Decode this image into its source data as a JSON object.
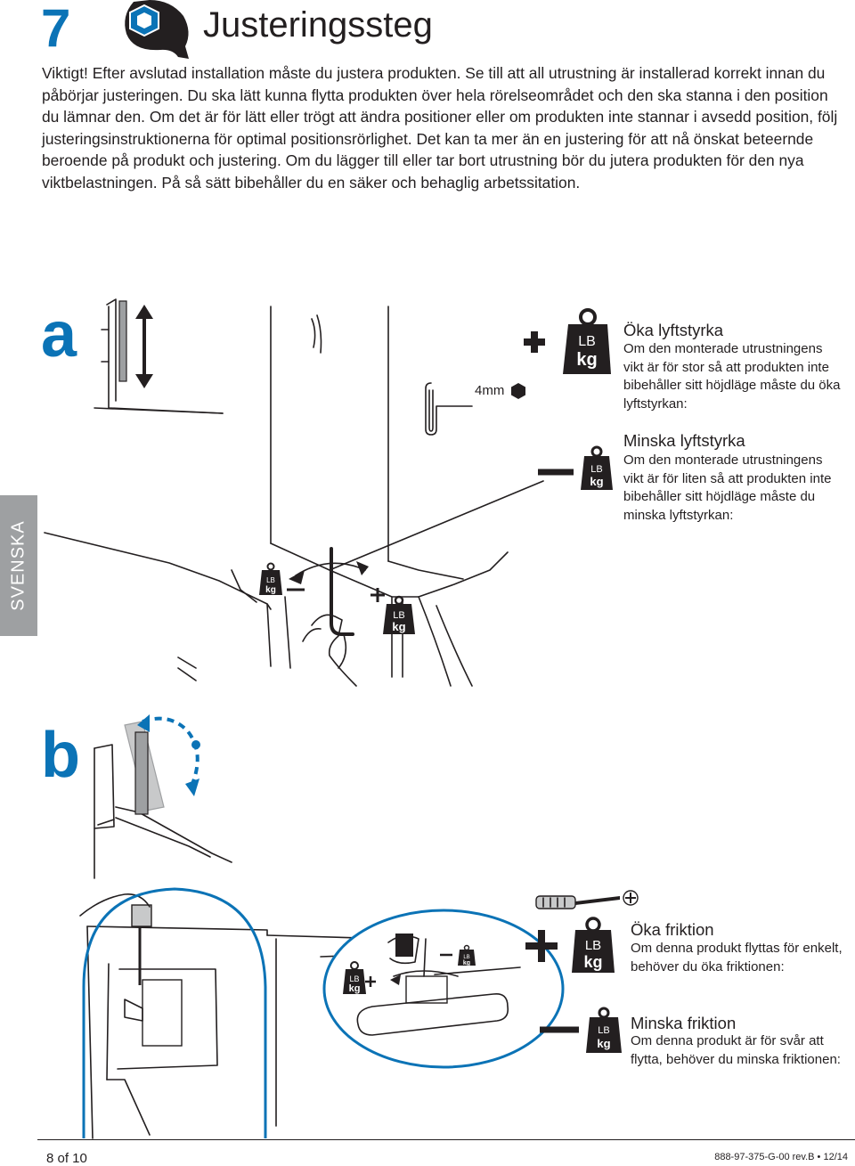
{
  "header": {
    "step_number": "7",
    "title": "Justeringssteg"
  },
  "intro_text": "Viktigt! Efter avslutad installation måste du justera produkten. Se till att all utrustning är installerad korrekt innan du påbörjar justeringen. Du ska lätt kunna flytta produkten över hela rörelseområdet och den ska stanna i den position du lämnar den. Om det är för lätt eller trögt att ändra positioner eller om produkten inte stannar i avsedd position, följ justeringsinstruktionerna för optimal positionsrörlighet. Det kan ta mer än en justering för att nå önskat beteernde beroende på produkt och justering. Om du lägger till eller tar bort utrustning bör du jutera produkten för den nya viktbelastningen. På så sätt bibehåller du en säker och behaglig arbetssitation.",
  "language_tab": "SVENSKA",
  "weight_labels": {
    "lb": "LB",
    "kg": "kg"
  },
  "section_a": {
    "label": "a",
    "tool": "4mm",
    "increase": {
      "symbol": "+",
      "heading": "Öka lyftstyrka",
      "text": "Om den monterade utrustningens vikt är för stor så att produkten inte bibehåller sitt höjdläge måste du öka lyftstyrkan:"
    },
    "decrease": {
      "symbol": "–",
      "heading": "Minska lyftstyrka",
      "text": "Om den monterade utrustningens vikt är för liten så att produkten inte bibehåller sitt höjdläge måste du minska lyftstyrkan:"
    }
  },
  "section_b": {
    "label": "b",
    "increase": {
      "symbol": "+",
      "heading": "Öka friktion",
      "text": "Om denna produkt flyttas för enkelt, behöver du öka friktionen:"
    },
    "decrease": {
      "symbol": "–",
      "heading": "Minska friktion",
      "text": "Om denna produkt är för svår att flytta, behöver du minska friktionen:"
    }
  },
  "footer": {
    "page": "8 of 10",
    "doc_number": "888-97-375-G-00 rev.B • 12/14"
  },
  "colors": {
    "accent": "#0b73b6",
    "text": "#231f20",
    "tab": "#9ea0a2"
  }
}
